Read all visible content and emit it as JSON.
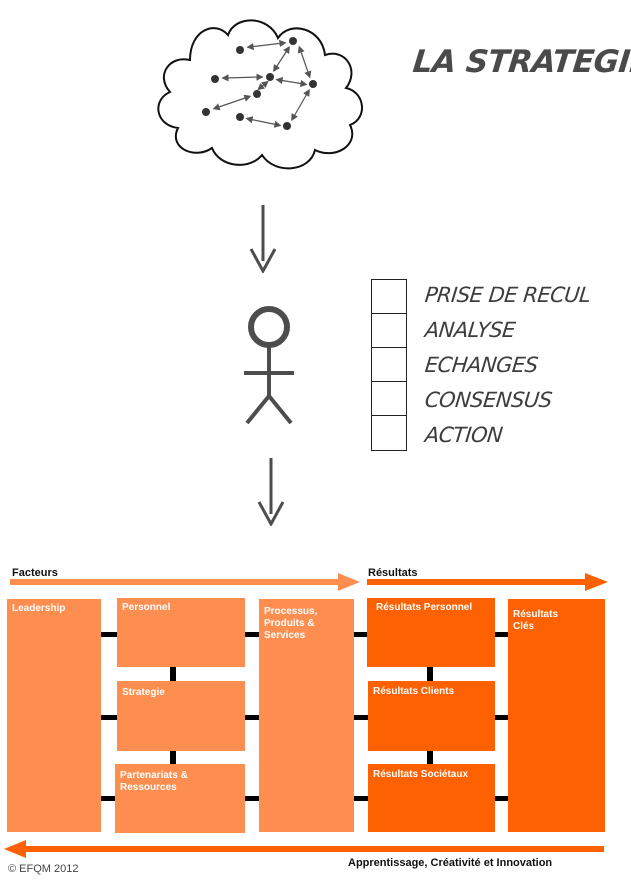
{
  "strategy": {
    "title": "LA STRATEGIE",
    "cloud_icon": "cloud-network-icon",
    "person_icon": "stick-figure-icon"
  },
  "checklist": {
    "items": [
      "PRISE DE RECUL",
      "ANALYSE",
      "ECHANGES",
      "CONSENSUS",
      "ACTION"
    ]
  },
  "efqm": {
    "facteurs_label": "Facteurs",
    "resultats_label": "Résultats",
    "boxes": {
      "leadership": "Leadership",
      "personnel": "Personnel",
      "strategie": "Strategie",
      "partenariats": "Partenariats & Ressources",
      "processus": "Processus, Produits & Services",
      "res_personnel": "Résultats Personnel",
      "res_clients": "Résultats Clients",
      "res_societaux": "Résultats Sociétaux",
      "res_cles": "Résultats Clés"
    },
    "bottom_label": "Apprentissage, Créativité et Innovation",
    "colors": {
      "facteurs": "#fd8e50",
      "resultats": "#fe6101",
      "connector": "#000000",
      "arrow": "#4d4d4d"
    }
  },
  "copyright": "© EFQM 2012"
}
